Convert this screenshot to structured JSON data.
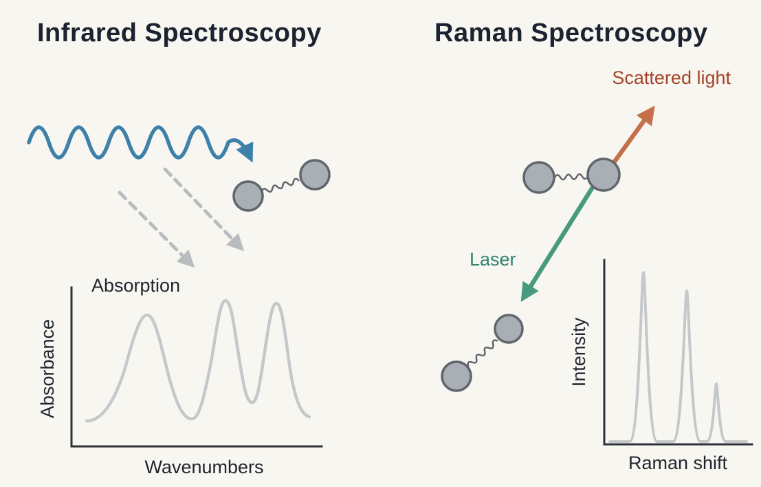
{
  "page": {
    "background": "#f8f6f1"
  },
  "left_panel": {
    "title": "Infrared Spectroscopy",
    "absorption_label": "Absorption",
    "graph": {
      "ylabel": "Absorbance",
      "xlabel": "Wavenumbers"
    }
  },
  "right_panel": {
    "title": "Raman Spectroscopy",
    "scattered_light_label": "Scattered light",
    "laser_label": "Laser",
    "graph": {
      "ylabel": "Intensity",
      "xlabel": "Raman shift"
    }
  },
  "colors": {
    "ir_wave": "#3e81a8",
    "dashed_arrow": "#b9bcbf",
    "scattered_arrow": "#c4714b",
    "scattered_text": "#a64228",
    "laser_arrow": "#479a7e",
    "laser_text": "#2f8470",
    "spectrum_curve": "#c5c8ca",
    "axis": "#2b3038",
    "atom_fill": "#a9afb5",
    "atom_stroke": "#60666d",
    "title_text": "#1c2330",
    "background": "#f8f6f1"
  },
  "chart_data": [
    {
      "type": "line",
      "name": "ir-absorption-spectrum",
      "title": "Absorption",
      "xlabel": "Wavenumbers",
      "ylabel": "Absorbance",
      "description": "Schematic absorbance spectrum: three broad peaks of similar height",
      "peaks_relative": [
        {
          "x": 0.3,
          "height": 0.96
        },
        {
          "x": 0.61,
          "height": 1.0
        },
        {
          "x": 0.81,
          "height": 0.98
        }
      ]
    },
    {
      "type": "line",
      "name": "raman-spectrum",
      "xlabel": "Raman shift",
      "ylabel": "Intensity",
      "description": "Schematic Raman spectrum: two tall narrow peaks and one short peak",
      "peaks_relative": [
        {
          "x": 0.27,
          "height": 1.0
        },
        {
          "x": 0.56,
          "height": 0.89
        },
        {
          "x": 0.76,
          "height": 0.34
        }
      ]
    }
  ]
}
